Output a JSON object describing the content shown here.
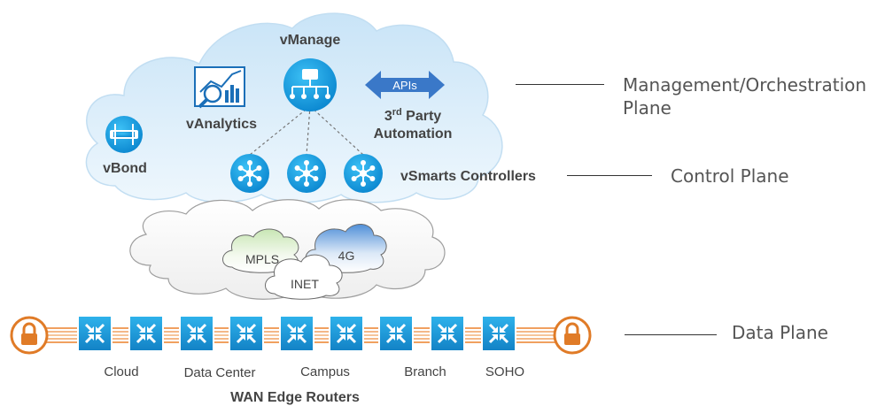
{
  "colors": {
    "cloud_top": "#cfe8f8",
    "cloud_stroke": "#b7d9f0",
    "cloud_grey": "#f2f2f2",
    "icon_blue": "#1aa0df",
    "icon_blue_dark": "#0a7cc0",
    "api_arrow": "#3a78c8",
    "router_blue": "#1f9ad6",
    "lock_orange": "#e07b27",
    "tunnel_orange": "#f0a060",
    "text_dark": "#444444",
    "label_grey": "#555555"
  },
  "management": {
    "vmanage": "vManage",
    "vanalytics": "vAnalytics",
    "vbond": "vBond",
    "apis": "APIs",
    "third_party_line1_base": "3",
    "third_party_line1_sup": "rd",
    "third_party_line1_rest": " Party",
    "third_party_line2": "Automation"
  },
  "control": {
    "vsmarts": "vSmarts Controllers"
  },
  "transport": {
    "mpls": "MPLS",
    "fourg": "4G",
    "inet": "INET"
  },
  "edge": {
    "sites": [
      "Cloud",
      "Data Center",
      "Campus",
      "Branch",
      "SOHO"
    ],
    "title": "WAN Edge Routers"
  },
  "planes": {
    "management": [
      "Management/Orchestration",
      "Plane"
    ],
    "control": "Control Plane",
    "data": "Data Plane"
  }
}
